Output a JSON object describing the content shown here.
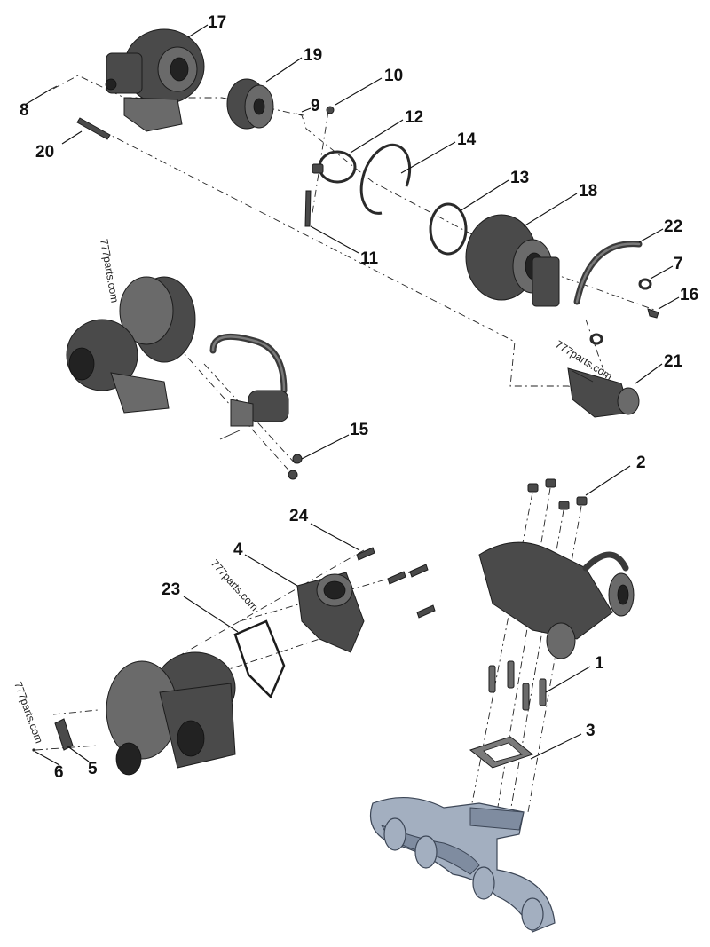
{
  "callouts": {
    "c1": "1",
    "c2": "2",
    "c3": "3",
    "c4": "4",
    "c5": "5",
    "c6": "6",
    "c7": "7",
    "c8": "8",
    "c9": "9",
    "c10": "10",
    "c11": "11",
    "c12": "12",
    "c13": "13",
    "c14": "14",
    "c15": "15",
    "c16": "16",
    "c17": "17",
    "c18": "18",
    "c19": "19",
    "c20": "20",
    "c21": "21",
    "c22": "22",
    "c23": "23",
    "c24": "24"
  },
  "watermarks": [
    "777parts.com",
    "777parts.com",
    "777parts.com",
    "777parts.com"
  ],
  "colors": {
    "part": "#4a4a4a",
    "manifold": "#a3afc0",
    "text": "#111111",
    "background": "#ffffff"
  }
}
